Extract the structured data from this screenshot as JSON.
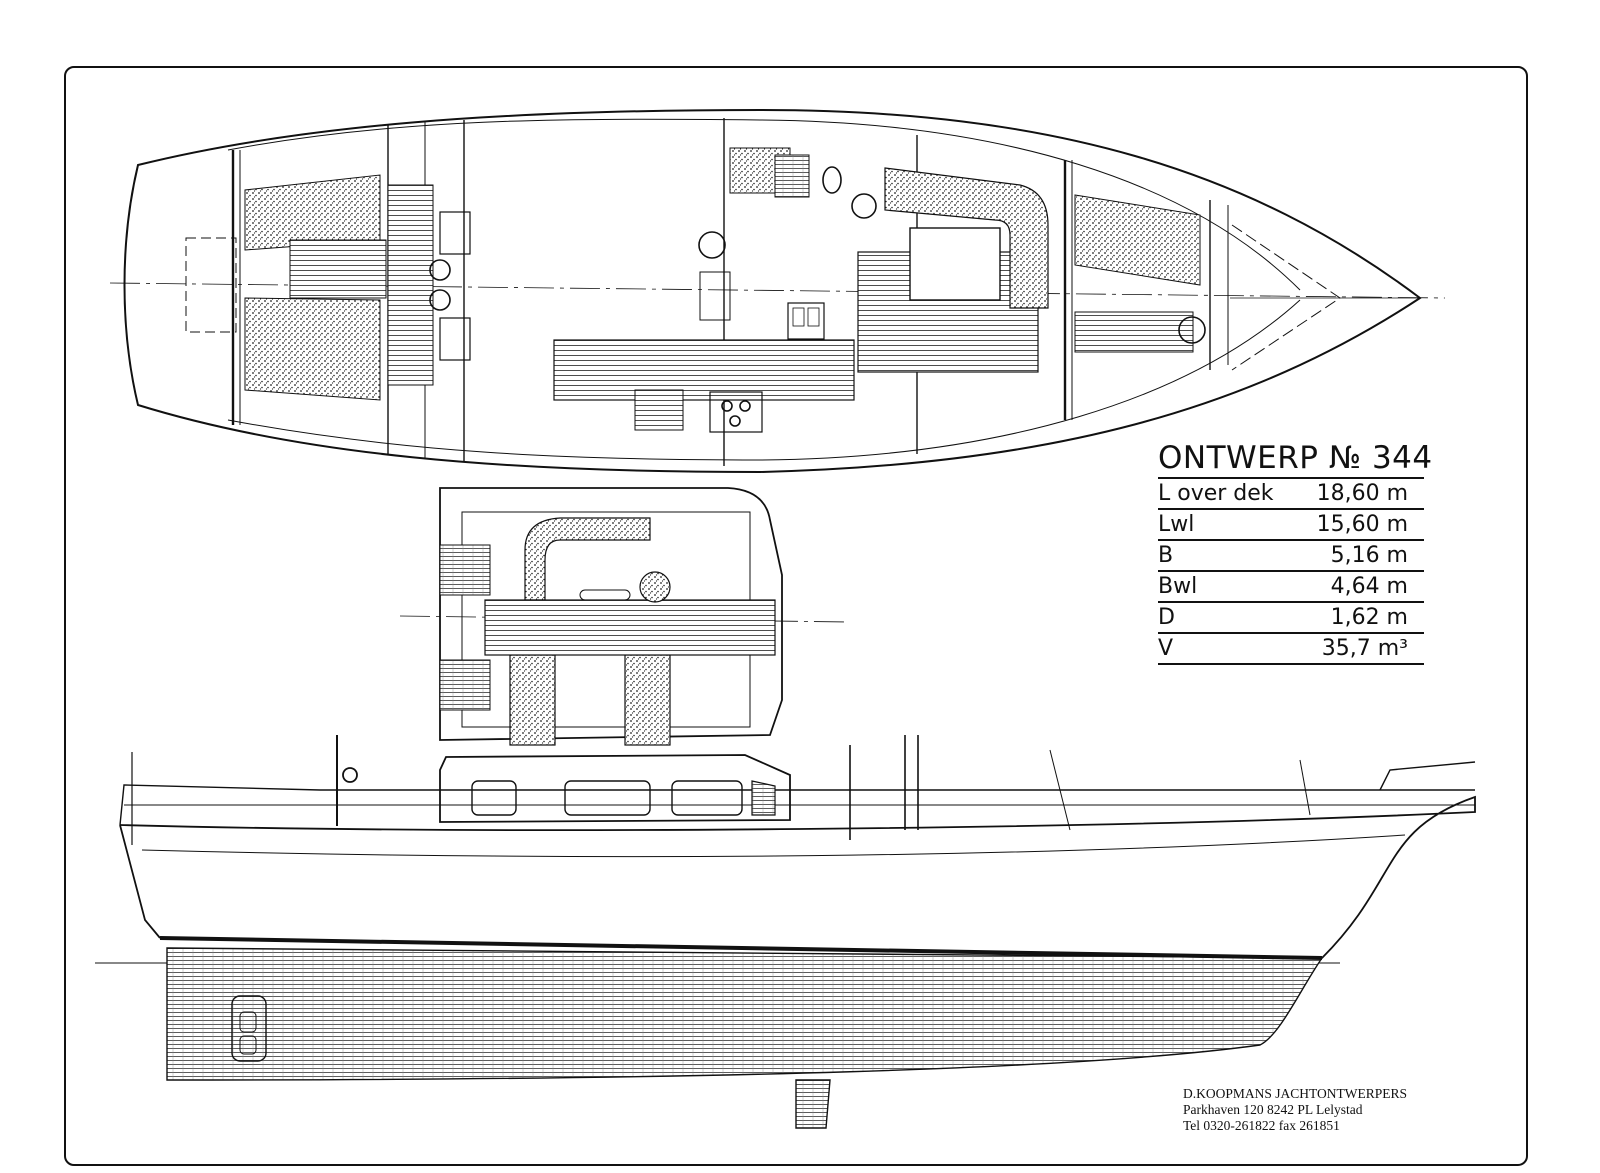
{
  "title": "ONTWERP № 344",
  "specs": [
    {
      "label": "L over dek",
      "value": "18,60 m"
    },
    {
      "label": "Lwl",
      "value": "15,60 m"
    },
    {
      "label": "B",
      "value": "5,16  m"
    },
    {
      "label": "Bwl",
      "value": "4,64 m"
    },
    {
      "label": "D",
      "value": "1,62 m"
    },
    {
      "label": "V",
      "value": "35,7  m³"
    }
  ],
  "imprint": {
    "line1": "D.KOOPMANS JACHTONTWERPERS",
    "line2": "Parkhaven 120 8242 PL Lelystad",
    "line3": "Tel 0320-261822 fax 261851"
  },
  "colors": {
    "ink": "#111111",
    "paper": "#ffffff"
  }
}
